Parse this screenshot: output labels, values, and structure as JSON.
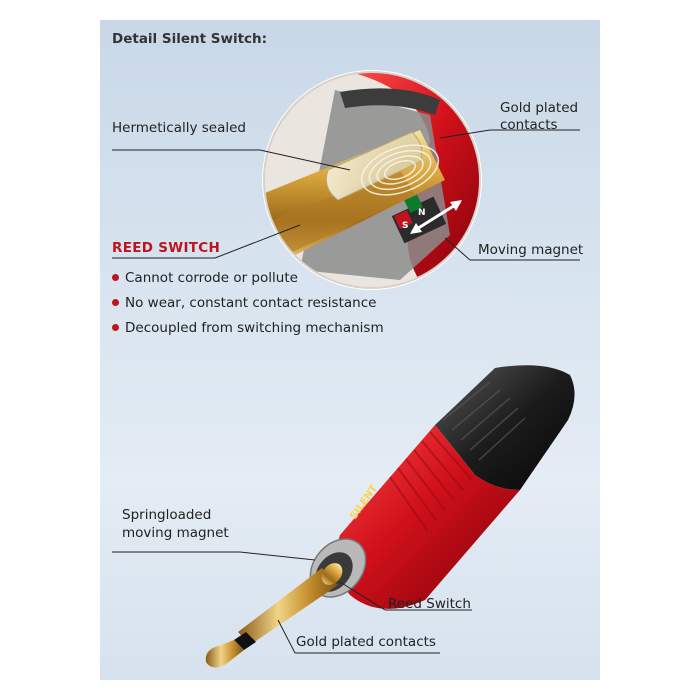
{
  "title": "Detail Silent Switch:",
  "callouts": {
    "hermetic": "Hermetically sealed",
    "gold_top_line1": "Gold plated",
    "gold_top_line2": "contacts",
    "magnet": "Moving magnet",
    "reed_switch_heading": "REED SWITCH",
    "spring_line1": "Springloaded",
    "spring_line2": "moving magnet",
    "reed_switch": "Reed Switch",
    "gold_bottom": "Gold plated contacts"
  },
  "bullets": [
    "Cannot corrode or pollute",
    "No wear, constant contact resistance",
    "Decoupled from switching mechanism"
  ],
  "product_marking": "SILENT",
  "magnet_poles": [
    "N",
    "S"
  ],
  "colors": {
    "accent_red": "#c0141c",
    "background": "#d6e2ee",
    "gold": "#d4a53a",
    "rubber": "#1a1a1a",
    "text": "#222222"
  }
}
